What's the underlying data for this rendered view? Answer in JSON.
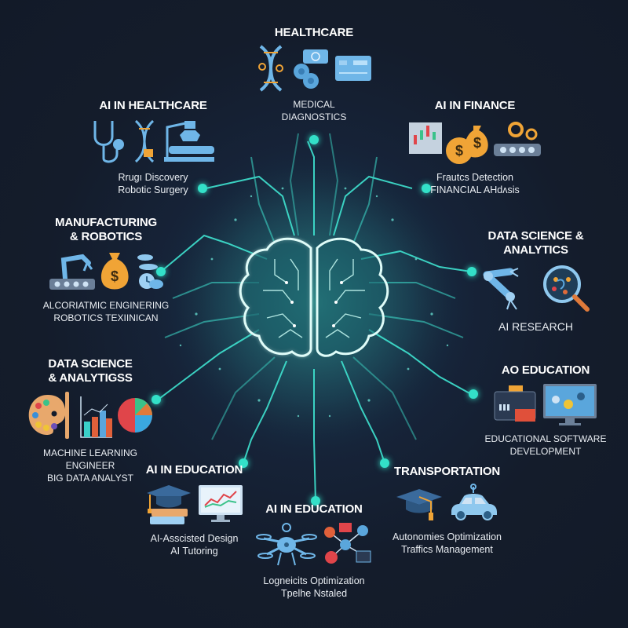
{
  "diagram": {
    "center": {
      "icon": "circuit-brain-icon"
    },
    "colors": {
      "background": "#141c2b",
      "circuit": "#3fe3d0",
      "node_dot": "#33e0c8",
      "icon_blue": "#6fb6e8",
      "icon_orange": "#f0a436",
      "text": "#ffffff"
    },
    "nodes": [
      {
        "id": "healthcare-top",
        "title": "HEALTHCARE",
        "sublines": [
          "MEDICAL",
          "DIAGNOSTICS"
        ],
        "icons": [
          "dna-icon",
          "gears-money-icon",
          "credit-card-icon"
        ]
      },
      {
        "id": "ai-in-healthcare",
        "title": "AI IN HEALTHCARE",
        "sublines": [
          "Rrugı Discovery",
          "Robotic Surgery"
        ],
        "icons": [
          "stethoscope-icon",
          "dna-icon",
          "surgical-robot-icon"
        ]
      },
      {
        "id": "ai-in-finance",
        "title": "AI IN FINANCE",
        "sublines": [
          "Frautcs Detection",
          "FINANCIAL AHdʌsis"
        ],
        "icons": [
          "candlestick-chart-icon",
          "money-bag-icon",
          "conveyor-gears-icon"
        ]
      },
      {
        "id": "manufacturing-robotics",
        "title": "MANUFACTURING\n& ROBOTICS",
        "title_lines": [
          "MANUFACTURING",
          "& ROBOTICS"
        ],
        "sublines": [
          "ALCORIATMIC ENGINERING",
          "ROBOTICS TEXIINICAN"
        ],
        "icons": [
          "robot-arm-conveyor-icon",
          "money-bag-icon",
          "clock-cloud-icon"
        ]
      },
      {
        "id": "data-science-right",
        "title": "DATA SCIENCE & ANALYTICS",
        "sublines": [
          "AI RESEARCH"
        ],
        "icons": [
          "robot-arm-icon",
          "magnifier-icon"
        ]
      },
      {
        "id": "data-science-left",
        "title_lines": [
          "DATA SCIENCE",
          "& ANALYTIGSS"
        ],
        "sublines": [
          "MACHINE LEARNING ENGINEER",
          "BIG DATA ANALYST"
        ],
        "icons": [
          "palette-icon",
          "bar-chart-icon",
          "pie-chart-icon"
        ]
      },
      {
        "id": "ao-education",
        "title": "AO EDUCATION",
        "sublines": [
          "EDUCATIONAL SOFTWARE",
          "DEVELOPMENT"
        ],
        "icons": [
          "dashboard-panel-icon",
          "monitor-icon"
        ]
      },
      {
        "id": "ai-in-education-left",
        "title": "AI IN EDUCATION",
        "sublines": [
          "AI-Asscisted Design",
          "AI Tutoring"
        ],
        "icons": [
          "graduation-books-icon",
          "monitor-chart-icon"
        ]
      },
      {
        "id": "ai-in-education-bottom",
        "title": "AI IN EDUCATION",
        "sublines": [
          "Logneicits Optimization",
          "Tpelhe Nstaled"
        ],
        "icons": [
          "drone-icon",
          "network-nodes-icon"
        ]
      },
      {
        "id": "transportation",
        "title": "TRANSPORTATION",
        "sublines": [
          "Autonomies Optimization",
          "Traffics Management"
        ],
        "icons": [
          "graduation-cap-icon",
          "autonomous-car-icon"
        ]
      }
    ]
  }
}
